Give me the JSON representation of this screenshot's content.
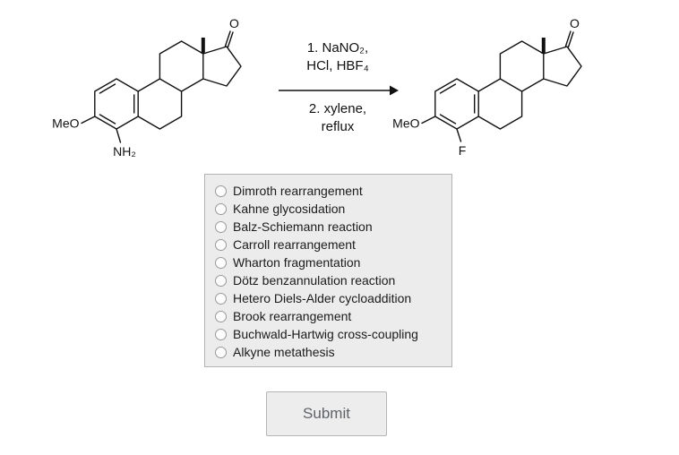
{
  "reaction": {
    "conditions": {
      "above_line1": "1. NaNO₂,",
      "above_line2": "HCl, HBF₄",
      "below_line1": "2. xylene,",
      "below_line2": "reflux"
    },
    "reactant": {
      "methoxy": "MeO",
      "amine": "NH₂",
      "ketone_oxygen": "O"
    },
    "product": {
      "methoxy": "MeO",
      "fluorine": "F",
      "ketone_oxygen": "O"
    }
  },
  "quiz": {
    "options": [
      "Dimroth rearrangement",
      "Kahne glycosidation",
      "Balz-Schiemann reaction",
      "Carroll rearrangement",
      "Wharton fragmentation",
      "Dötz benzannulation reaction",
      "Hetero Diels-Alder cycloaddition",
      "Brook rearrangement",
      "Buchwald-Hartwig cross-coupling",
      "Alkyne metathesis"
    ],
    "submit_label": "Submit"
  }
}
